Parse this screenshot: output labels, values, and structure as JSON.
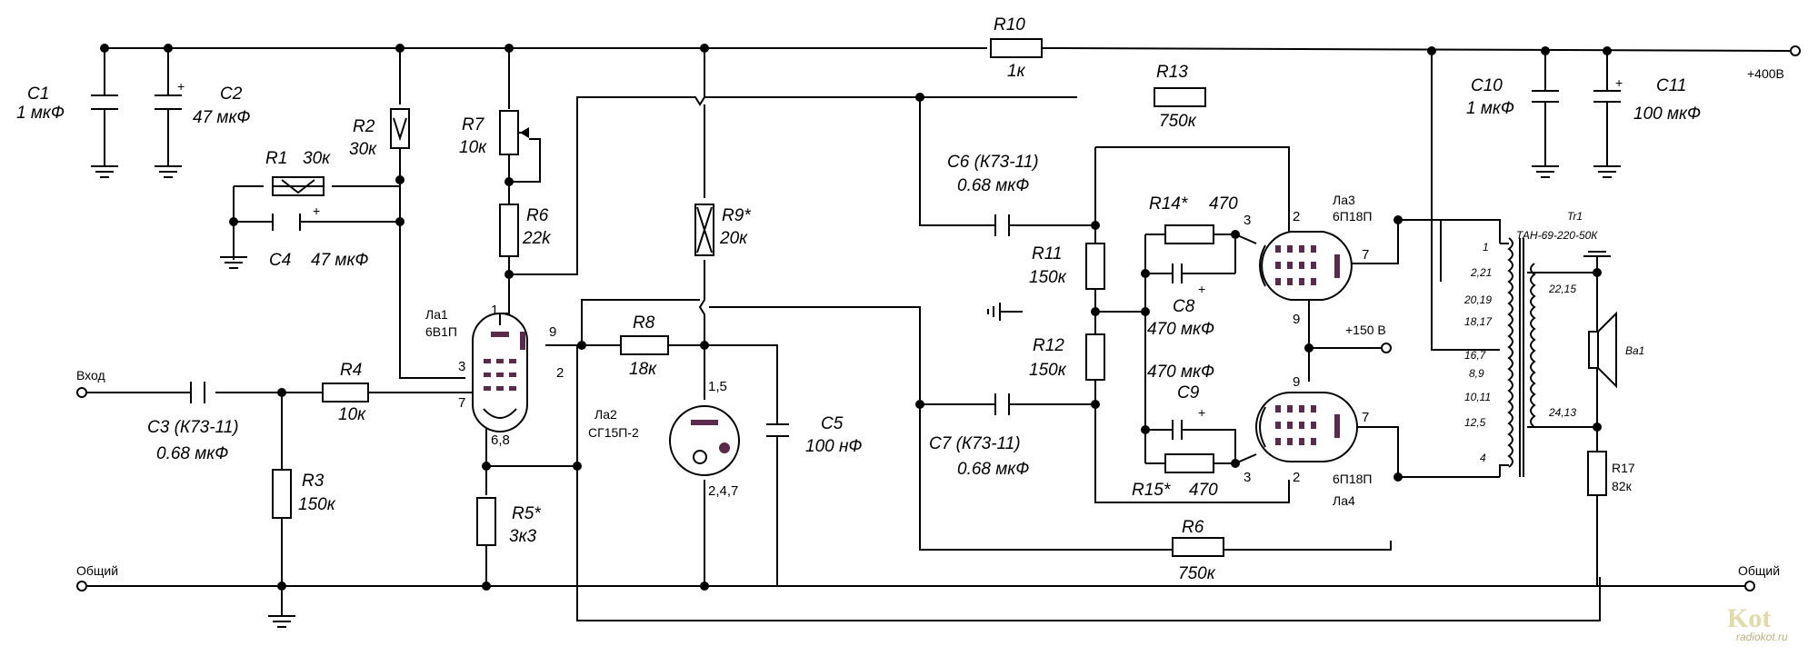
{
  "supply": {
    "plus400": "+400В",
    "plus150": "+150 В"
  },
  "terminals": {
    "input": "Вход",
    "common_left": "Общий",
    "common_right": "Общий"
  },
  "components": {
    "C1": {
      "ref": "C1",
      "value": "1 мкФ"
    },
    "C2": {
      "ref": "C2",
      "value": "47 мкФ"
    },
    "R1": {
      "ref": "R1",
      "value": "30к"
    },
    "R2": {
      "ref": "R2",
      "value": "30к"
    },
    "C4": {
      "ref": "C4",
      "value": "47 мкФ"
    },
    "R7": {
      "ref": "R7",
      "value": "10к"
    },
    "R6a": {
      "ref": "R6",
      "value": "22k"
    },
    "R9": {
      "ref": "R9*",
      "value": "20к"
    },
    "R10": {
      "ref": "R10",
      "value": "1к"
    },
    "R13": {
      "ref": "R13",
      "value": "750к"
    },
    "C6": {
      "ref": "C6 (К73-11)",
      "value": "0.68 мкФ"
    },
    "R14": {
      "ref": "R14*",
      "value": "470"
    },
    "R11": {
      "ref": "R11",
      "value": "150к"
    },
    "C8": {
      "ref": "C8",
      "value": "470 мкФ"
    },
    "R12": {
      "ref": "R12",
      "value": "150к"
    },
    "C9": {
      "ref": "C9",
      "value": "470 мкФ"
    },
    "C7": {
      "ref": "C7 (К73-11)",
      "value": "0.68 мкФ"
    },
    "R15": {
      "ref": "R15*",
      "value": "470"
    },
    "R6b": {
      "ref": "R6",
      "value": "750к"
    },
    "C10": {
      "ref": "C10",
      "value": "1 мкФ"
    },
    "C11": {
      "ref": "C11",
      "value": "100 мкФ"
    },
    "C3": {
      "ref": "C3 (К73-11)",
      "value": "0.68 мкФ"
    },
    "R4": {
      "ref": "R4",
      "value": "10к"
    },
    "R3": {
      "ref": "R3",
      "value": "150к"
    },
    "R8": {
      "ref": "R8",
      "value": "18к"
    },
    "R5": {
      "ref": "R5*",
      "value": "3к3"
    },
    "C5": {
      "ref": "C5",
      "value": "100 нФ"
    },
    "R17": {
      "ref": "R17",
      "value": "82к"
    },
    "La1": {
      "ref": "Ла1",
      "type": "6В1П"
    },
    "La2": {
      "ref": "Ла2",
      "type": "СГ15П-2"
    },
    "La3": {
      "ref": "Ла3",
      "type": "6П18П"
    },
    "La4": {
      "ref": "Ла4",
      "type": "6П18П"
    },
    "Tr1": {
      "ref": "Tr1",
      "type": "ТАН-69-220-50К"
    },
    "Ba1": {
      "ref": "Ba1"
    }
  },
  "pins": {
    "la1": [
      "1",
      "9",
      "3",
      "2",
      "7",
      "6,8"
    ],
    "la2": [
      "1,5",
      "2,4,7"
    ],
    "la3": [
      "3",
      "2",
      "7",
      "9"
    ],
    "la4": [
      "9",
      "7",
      "3",
      "2"
    ]
  },
  "transformer_pins": [
    "1",
    "2,21",
    "20,19",
    "18,17",
    "16,7",
    "8,9",
    "10,11",
    "12,5",
    "4",
    "22,15",
    "24,13"
  ],
  "watermark": {
    "logo": "Kot",
    "site": "radiokot.ru"
  },
  "colors": {
    "wire": "#000000",
    "tube_electrodes": "#5a2a4a"
  }
}
